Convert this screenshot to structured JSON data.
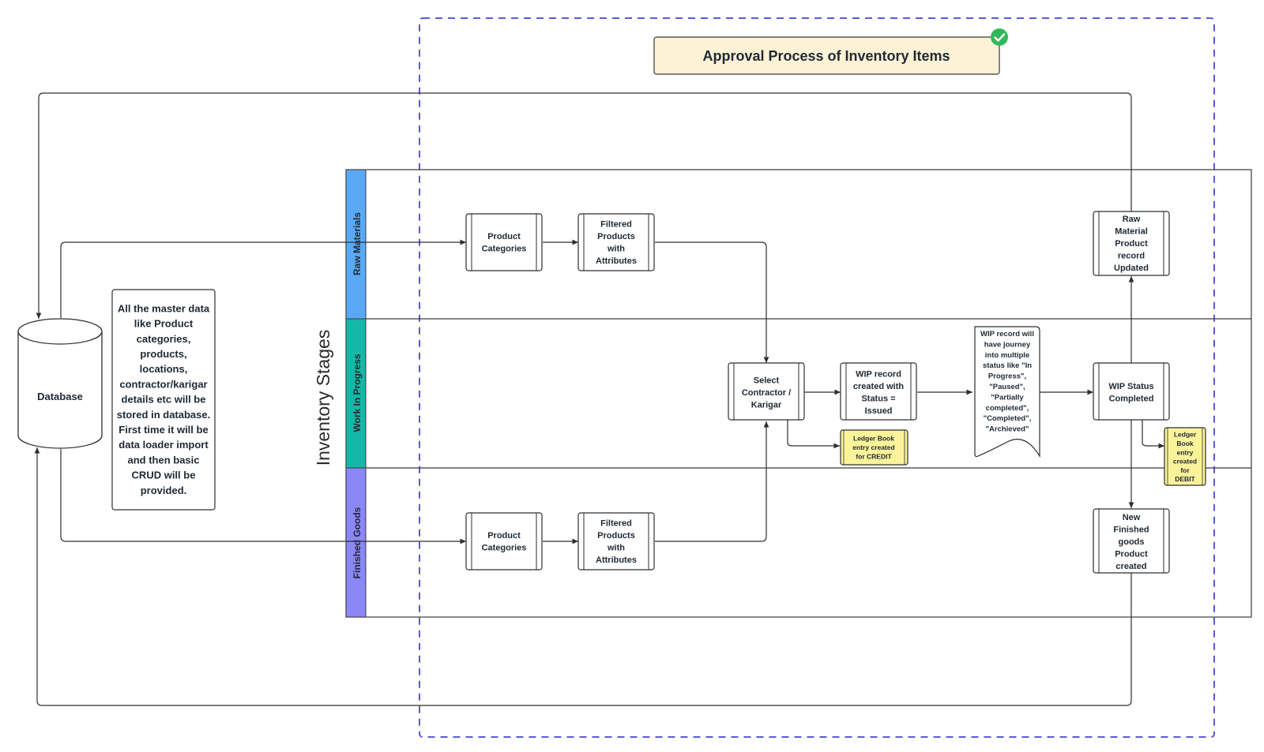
{
  "title": "Approval Process of Inventory Items",
  "swimlane_title": "Inventory Stages",
  "colors": {
    "frame": "#5b5bd6",
    "title_bg": "#fdf1d6",
    "check": "#31b85a",
    "lane_raw": "#5aa9f7",
    "lane_wip": "#14b8a6",
    "lane_finished": "#8b87f7",
    "note_bg": "#fbf39a",
    "line": "#2e2e2e"
  },
  "lanes": {
    "raw": "Raw Materials",
    "wip": "Work In Progress",
    "finished": "Finished Goods"
  },
  "database": {
    "label": "Database"
  },
  "master_note": {
    "lines": [
      "All the master data",
      "like Product",
      "categories,",
      "products,",
      "locations,",
      "contractor/karigar",
      "details etc will be",
      "stored in database.",
      "First time it will be",
      "data loader import",
      "and then basic",
      "CRUD will be",
      "provided."
    ]
  },
  "nodes": {
    "raw_categories": {
      "lines": [
        "Product",
        "Categories"
      ]
    },
    "raw_filtered": {
      "lines": [
        "Filtered",
        "Products",
        "with",
        "Attributes"
      ]
    },
    "select_contractor": {
      "lines": [
        "Select",
        "Contractor /",
        "Karigar"
      ]
    },
    "wip_record": {
      "lines": [
        "WIP record",
        "created with",
        "Status =",
        "Issued"
      ]
    },
    "wip_journey": {
      "lines": [
        "WIP record will",
        "have journey",
        "into multiple",
        "status like \"In",
        "Progress\",",
        "\"Paused\",",
        "\"Partially",
        "completed\",",
        "\"Completed\",",
        "\"Archieved\""
      ]
    },
    "wip_completed": {
      "lines": [
        "WIP Status",
        "Completed"
      ]
    },
    "raw_updated": {
      "lines": [
        "Raw",
        "Material",
        "Product",
        "record",
        "Updated"
      ]
    },
    "fin_categories": {
      "lines": [
        "Product",
        "Categories"
      ]
    },
    "fin_filtered": {
      "lines": [
        "Filtered",
        "Products",
        "with",
        "Attributes"
      ]
    },
    "new_finished": {
      "lines": [
        "New",
        "Finished",
        "goods",
        "Product",
        "created"
      ]
    },
    "ledger_credit": {
      "lines": [
        "Ledger Book",
        "entry created",
        "for CREDIT"
      ]
    },
    "ledger_debit": {
      "lines": [
        "Ledger",
        "Book",
        "entry",
        "created",
        "for",
        "DEBIT"
      ]
    }
  }
}
